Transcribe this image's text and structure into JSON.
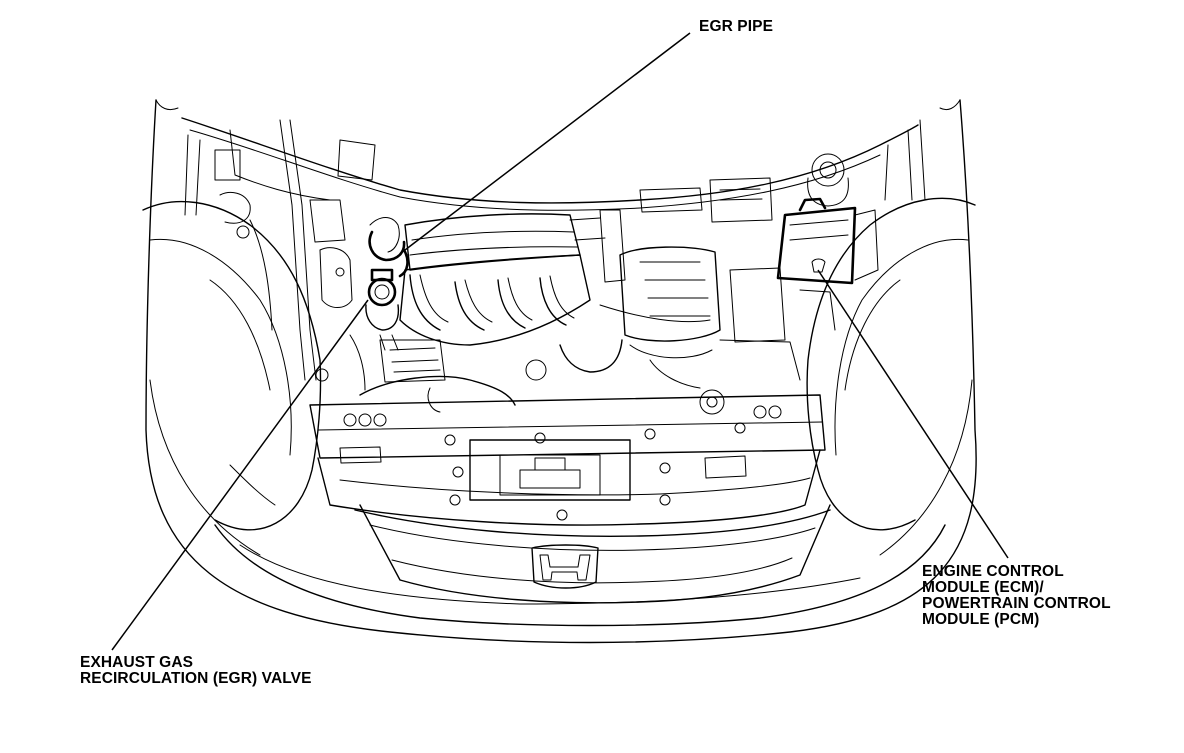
{
  "callouts": {
    "egr_pipe": "EGR PIPE",
    "egr_valve_line1": "EXHAUST GAS",
    "egr_valve_line2": "RECIRCULATION (EGR) VALVE",
    "ecm_line1": "ENGINE CONTROL",
    "ecm_line2": "MODULE (ECM)/",
    "ecm_line3": "POWERTRAIN CONTROL",
    "ecm_line4": "MODULE (PCM)"
  },
  "colors": {
    "line": "#000000",
    "background": "#ffffff"
  }
}
